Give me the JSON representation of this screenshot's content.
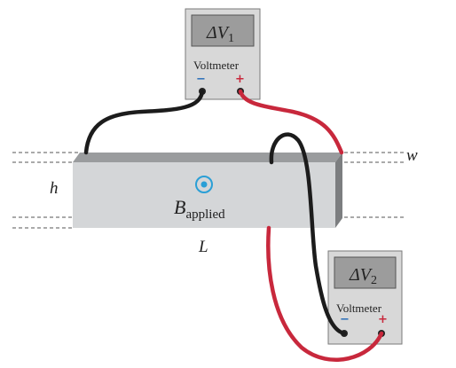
{
  "voltmeter_top": {
    "symbol": "ΔV",
    "subscript": "1",
    "caption": "Voltmeter",
    "minus": "−",
    "plus": "+"
  },
  "voltmeter_bottom": {
    "symbol": "ΔV",
    "subscript": "2",
    "caption": "Voltmeter",
    "minus": "−",
    "plus": "+"
  },
  "labels": {
    "height": "h",
    "width": "w",
    "length": "L",
    "field_main": "B",
    "field_sub": "applied"
  },
  "colors": {
    "bar_face": "#d4d6d8",
    "bar_top": "#9a9c9e",
    "bar_side": "#7c7e80",
    "meter_body": "#d8d8d8",
    "meter_display": "#9c9c9c",
    "wire_black": "#1c1c1c",
    "wire_red": "#c8283c",
    "field_symbol": "#2a9fd6",
    "terminal_minus": "#2a6fb8",
    "terminal_plus": "#c8283c"
  },
  "icons": {
    "field_direction": "out-of-page-dot-icon"
  }
}
